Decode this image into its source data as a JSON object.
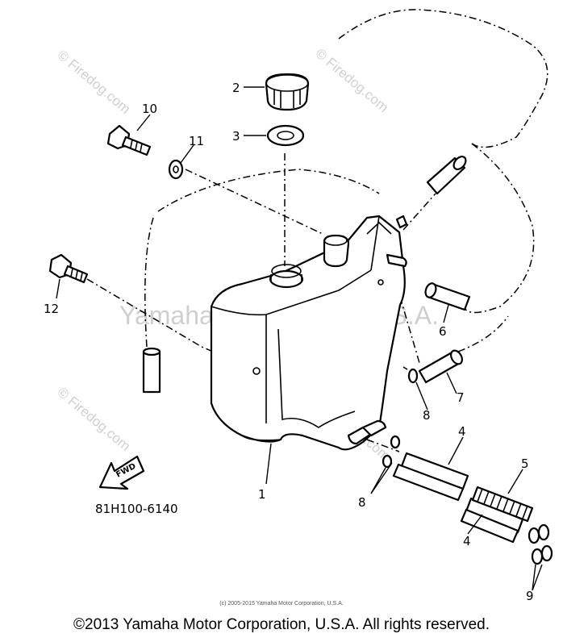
{
  "diagram": {
    "part_code": "81H100-6140",
    "fwd_label": "FWD",
    "callouts": {
      "c1": "1",
      "c2": "2",
      "c3": "3",
      "c4a": "4",
      "c4b": "4",
      "c5": "5",
      "c6": "6",
      "c7": "7",
      "c8a": "8",
      "c8b": "8",
      "c9": "9",
      "c10": "10",
      "c11": "11",
      "c12": "12"
    }
  },
  "watermarks": {
    "main": "Yamaha Motor Corp, U.S.A.",
    "firedog": "© Firedog.com"
  },
  "footer": {
    "small_copyright": "(c) 2005-2015 Yamaha Motor Corporation, U.S.A.",
    "copyright": "©2013 Yamaha Motor Corporation, U.S.A. All rights reserved."
  }
}
